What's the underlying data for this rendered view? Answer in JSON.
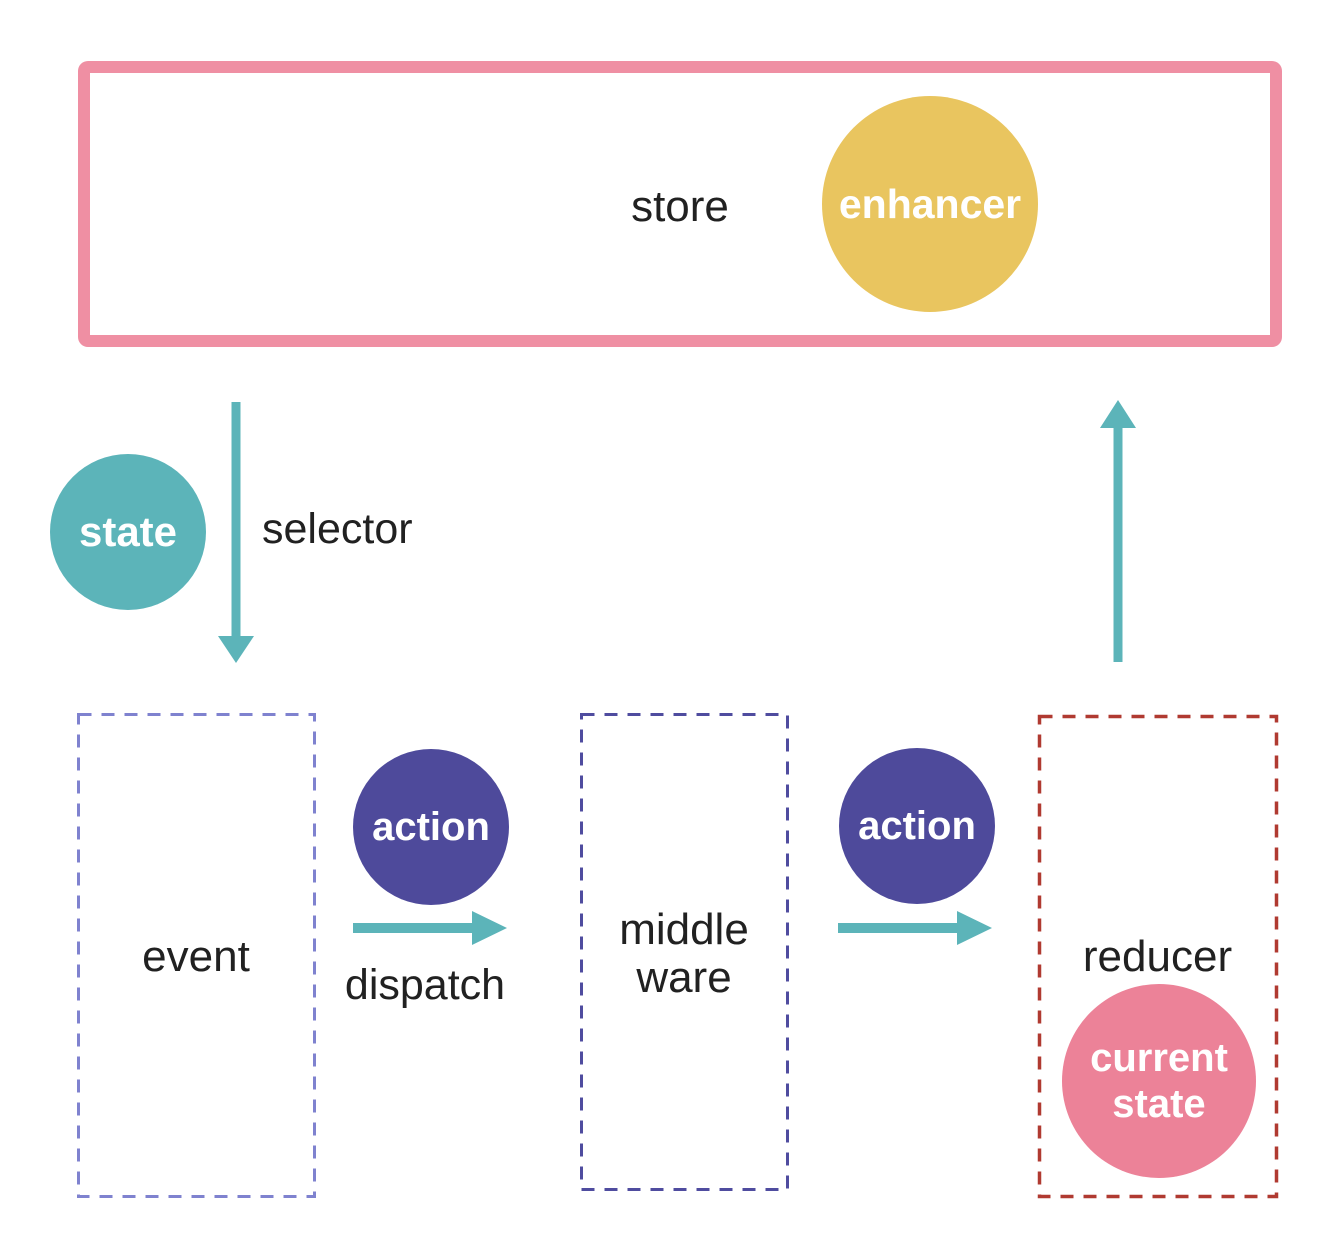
{
  "diagram": {
    "store": {
      "label": "store"
    },
    "enhancer": {
      "label": "enhancer"
    },
    "state": {
      "label": "state"
    },
    "selector": {
      "label": "selector"
    },
    "event": {
      "label": "event"
    },
    "action_left": {
      "label": "action"
    },
    "dispatch": {
      "label": "dispatch"
    },
    "middleware": {
      "line1": "middle",
      "line2": "ware"
    },
    "action_right": {
      "label": "action"
    },
    "reducer": {
      "label": "reducer"
    },
    "current_state": {
      "line1": "current",
      "line2": "state"
    }
  },
  "colors": {
    "store_border": "#ef8fa3",
    "enhancer_fill": "#e9c55f",
    "state_fill": "#5cb4b9",
    "arrow_teal": "#5cb4b9",
    "action_fill": "#4e4a9b",
    "event_border": "#7f82cf",
    "middleware_border": "#4f4c9f",
    "reducer_border": "#b03a31",
    "current_state_fill": "#ec8298",
    "label_text": "#212121",
    "circle_text": "#ffffff"
  }
}
